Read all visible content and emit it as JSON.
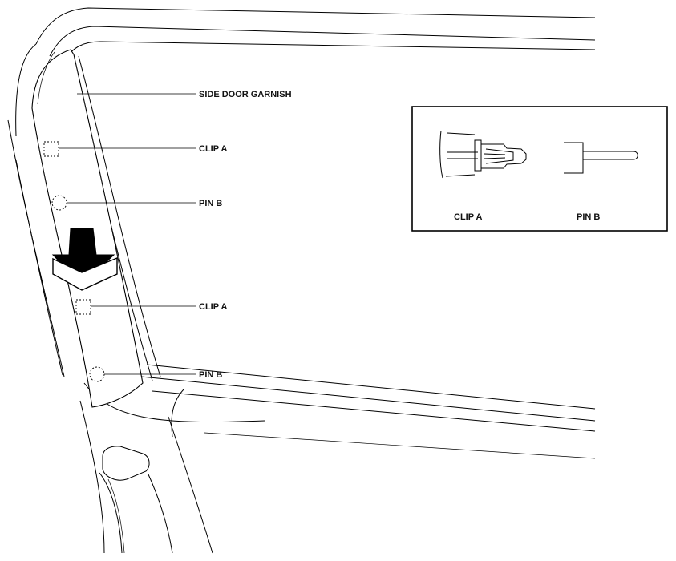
{
  "labels": {
    "side_door_garnish": "SIDE DOOR GARNISH",
    "clip_a_upper": "CLIP A",
    "pin_b_upper": "PIN B",
    "clip_a_lower": "CLIP A",
    "pin_b_lower": "PIN B"
  },
  "inset": {
    "clip_a": "CLIP A",
    "pin_b": "PIN B"
  }
}
